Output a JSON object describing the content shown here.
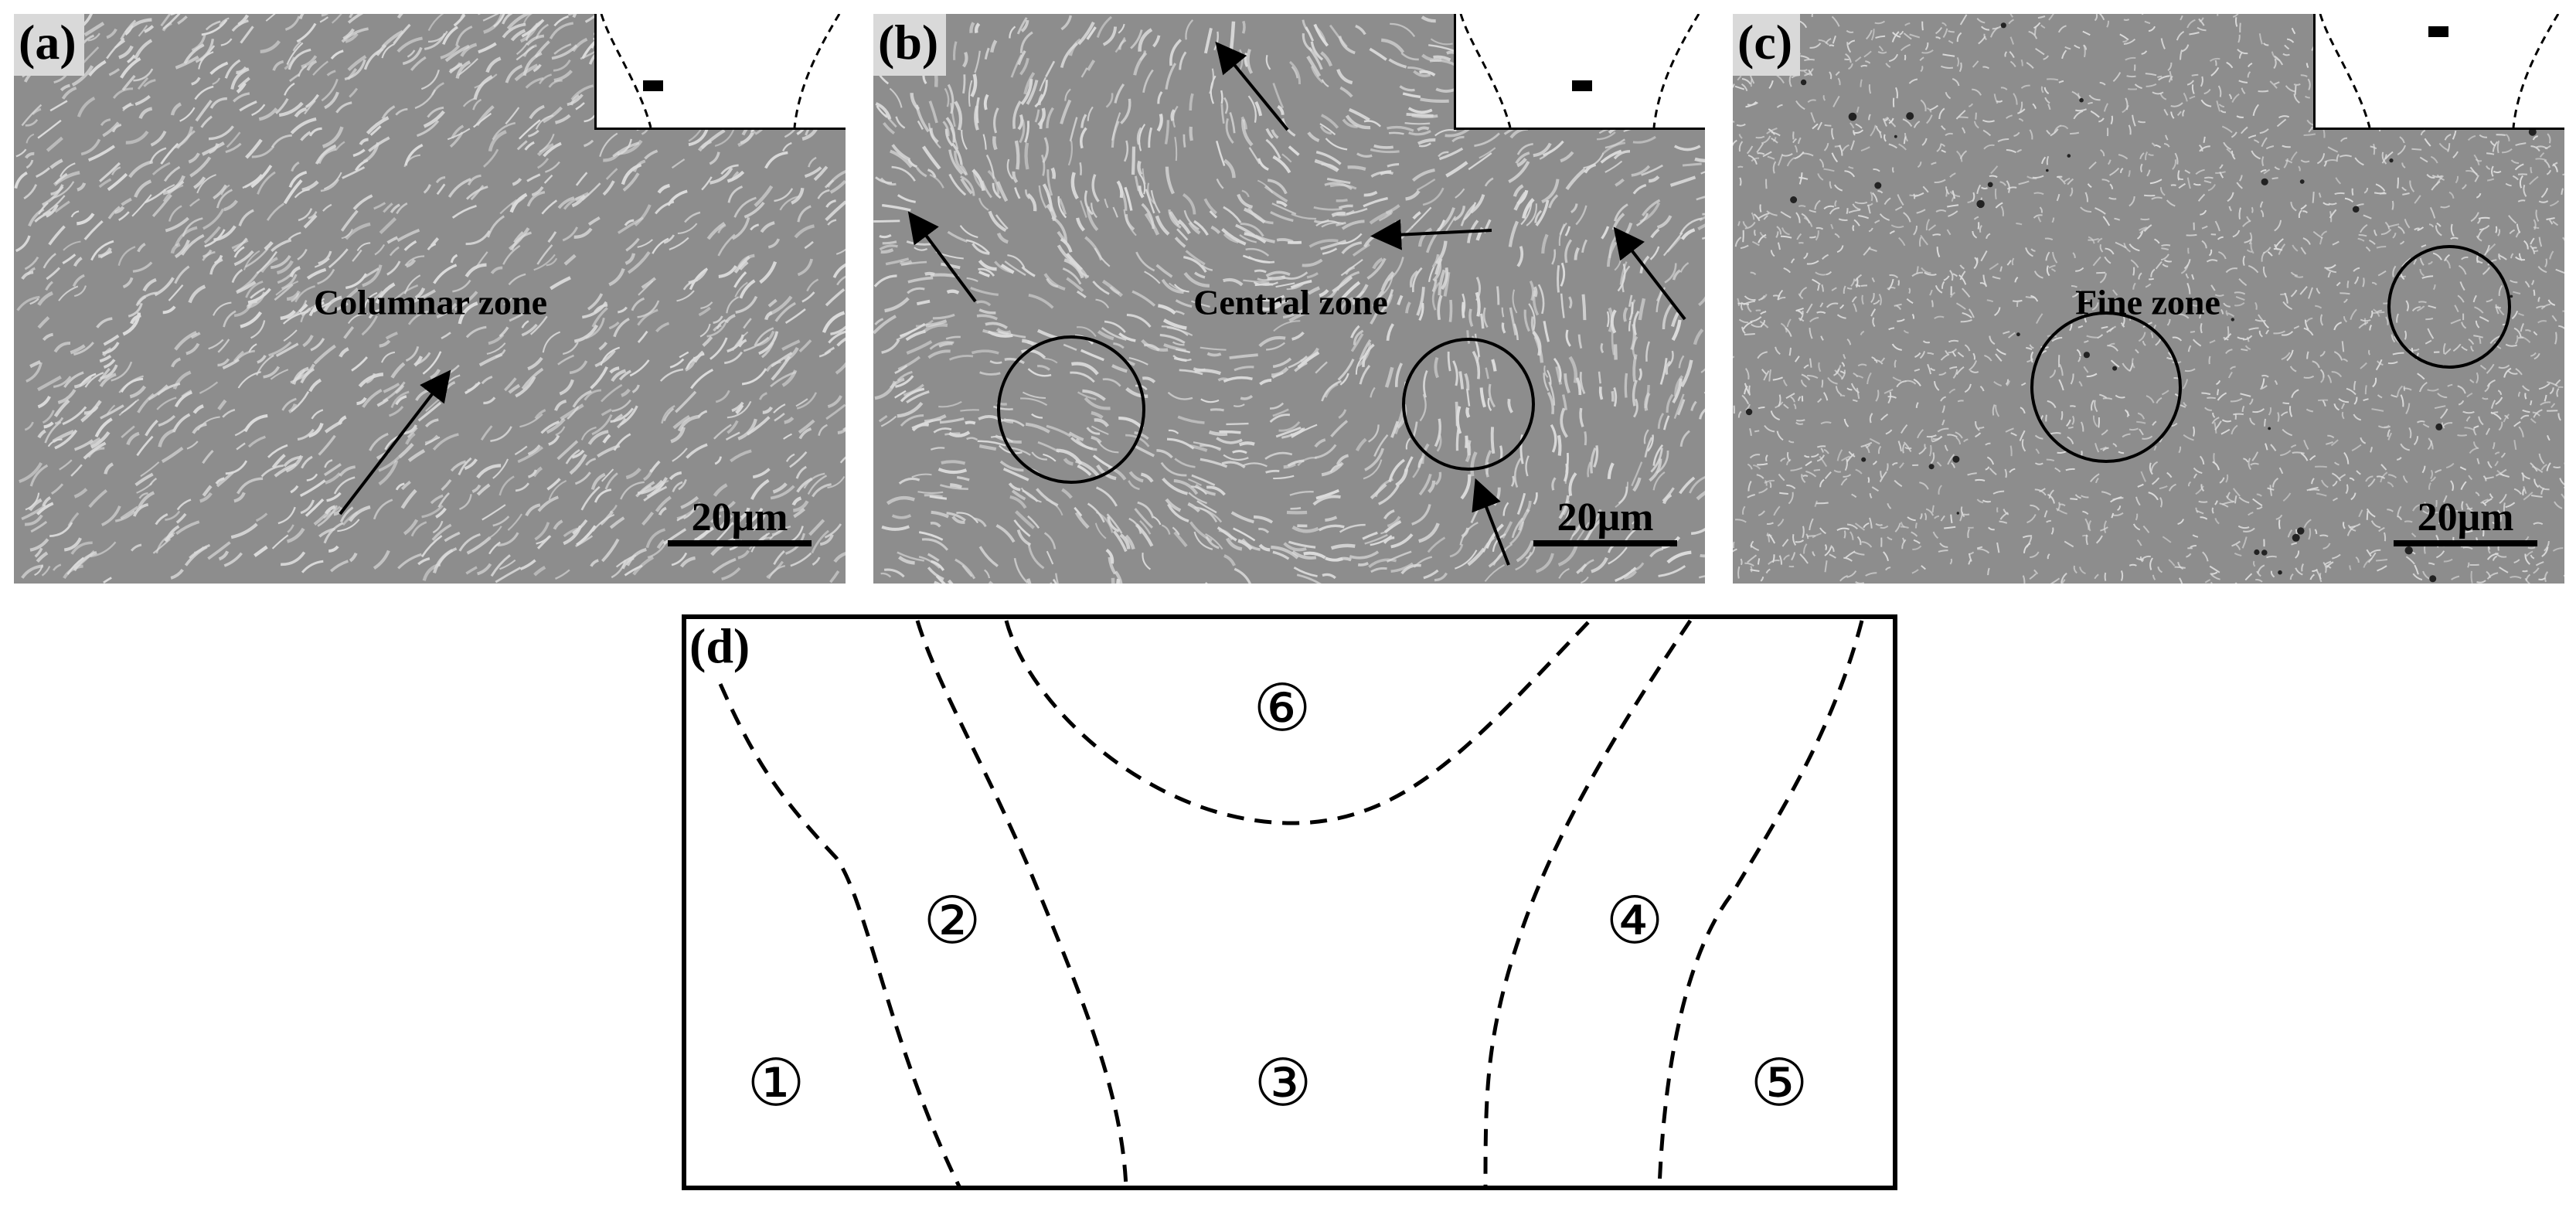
{
  "figure": {
    "panels": [
      {
        "id": "a",
        "label": "(a)",
        "zone_label": "Columnar  zone",
        "scale_bar": "20μm",
        "texture_seed": 11,
        "texture_angle": -40
      },
      {
        "id": "b",
        "label": "(b)",
        "zone_label": "Central zone",
        "scale_bar": "20μm",
        "texture_seed": 23,
        "texture_angle": 10
      },
      {
        "id": "c",
        "label": "(c)",
        "zone_label": "Fine zone",
        "scale_bar": "20μm",
        "texture_seed": 37,
        "texture_angle": 0
      }
    ],
    "schematic": {
      "label": "(d)",
      "regions": [
        "①",
        "②",
        "③",
        "④",
        "⑤",
        "⑥"
      ]
    }
  }
}
